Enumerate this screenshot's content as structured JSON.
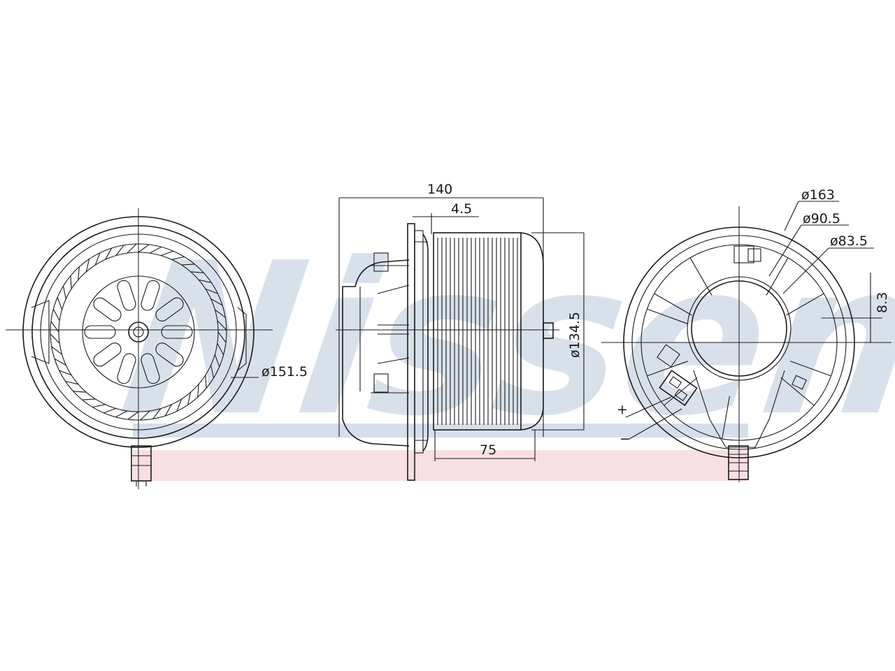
{
  "watermark": {
    "text": "Nissens",
    "text_color": "#b9c9dc",
    "band_top_color": "#c3d2e4",
    "band_bottom_color": "#f2c9d2"
  },
  "line_color": "#1a1a1a",
  "dimensions": {
    "front_diameter": "ø151.5",
    "overall_length": "140",
    "flange_offset": "4.5",
    "wheel_diameter": "ø134.5",
    "wheel_width": "75",
    "rear_outer_diameter": "ø163",
    "rear_mid_diameter": "ø90.5",
    "rear_inner_diameter": "ø83.5",
    "rear_offset": "8.3",
    "plus_terminal": "+",
    "minus_terminal": "−"
  }
}
